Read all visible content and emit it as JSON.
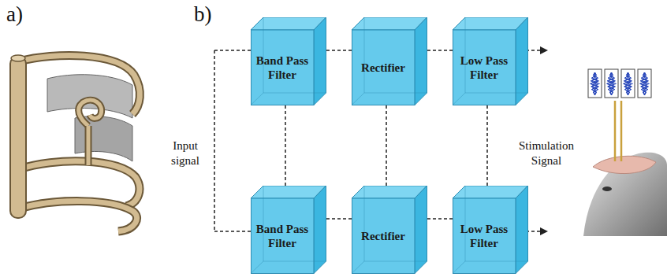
{
  "diagram": {
    "nodes": [
      {
        "text": [
          "Band Pass Filter"
        ]
      },
      {
        "text": [
          "Rectifier"
        ]
      },
      {
        "text": [
          "Low Pass Filter"
        ]
      },
      {
        "text": [
          "Band Pass Filter"
        ]
      },
      {
        "text": [
          "Rectifier"
        ]
      },
      {
        "text": [
          "Low Pass Filter"
        ]
      }
    ],
    "edges": [
      {
        "from": 0,
        "to": 1,
        "arrow": "none"
      },
      {
        "from": 1,
        "to": 2,
        "arrow": "none"
      },
      {
        "from": 3,
        "to": 4,
        "arrow": "none"
      },
      {
        "from": 4,
        "to": 5,
        "arrow": "none"
      },
      {
        "from": 0,
        "to": 3,
        "arrow": "none"
      },
      {
        "from": 1,
        "to": 4,
        "arrow": "none"
      },
      {
        "from": 2,
        "to": 5,
        "arrow": "none"
      }
    ],
    "labels": [
      "a)",
      "b)",
      "Input signal",
      "Stimulation Signal"
    ]
  }
}
